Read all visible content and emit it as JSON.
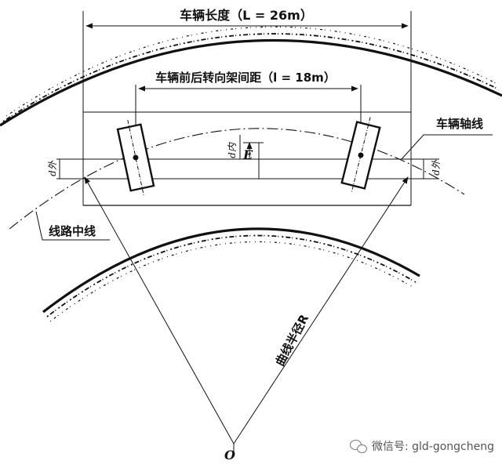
{
  "labels": {
    "vehicle_length": "车辆长度（L = 26m）",
    "bogie_spacing": "车辆前后转向架间距（l = 18m）",
    "vehicle_axis": "车辆轴线",
    "route_centerline": "线路中线",
    "curve_radius": "曲线半径R",
    "center_point": "O",
    "d_inner": "d内",
    "d_outer_left": "d外",
    "d_outer_right": "d外",
    "offset_e": "E"
  },
  "watermark": {
    "text": "微信号: gld-gongcheng",
    "icon": "wechat-icon"
  }
}
